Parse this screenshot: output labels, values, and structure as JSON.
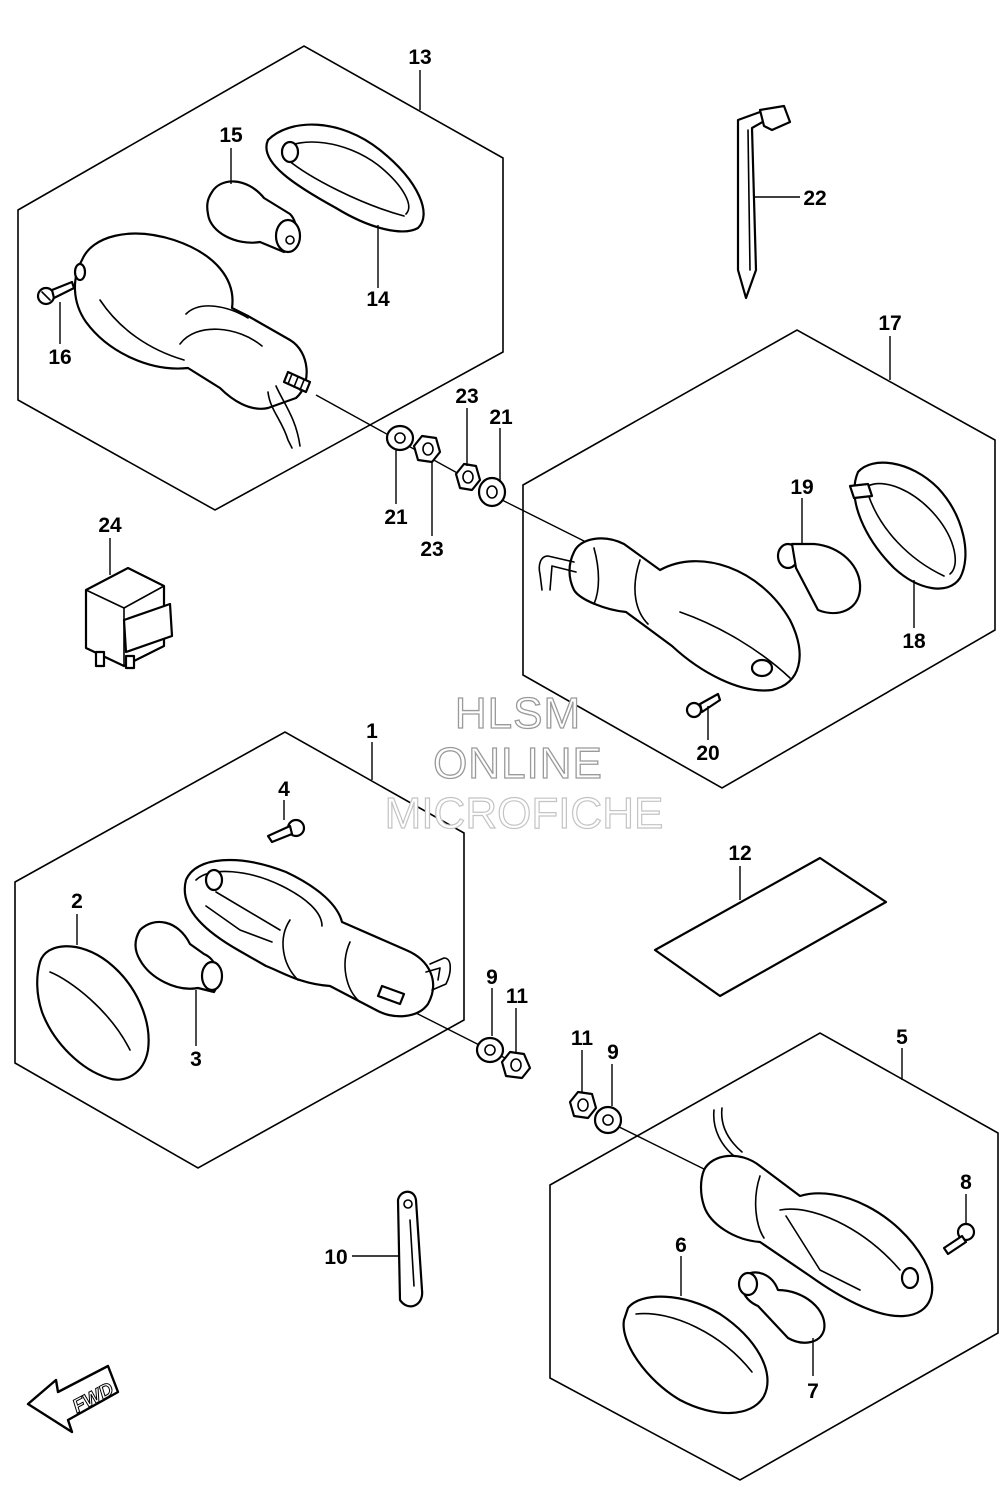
{
  "watermark": {
    "line1": "HLSM",
    "line2": "ONLINE",
    "line3": "MICROFICHE"
  },
  "direction_marker": {
    "label": "FWD",
    "icon": "fwd-arrow-icon"
  },
  "callouts": {
    "n1": "1",
    "n2": "2",
    "n3": "3",
    "n4": "4",
    "n5": "5",
    "n6": "6",
    "n7": "7",
    "n8": "8",
    "n9a": "9",
    "n9b": "9",
    "n10": "10",
    "n11a": "11",
    "n11b": "11",
    "n12": "12",
    "n13": "13",
    "n14": "14",
    "n15": "15",
    "n16": "16",
    "n17": "17",
    "n18": "18",
    "n19": "19",
    "n20": "20",
    "n21a": "21",
    "n21b": "21",
    "n22": "22",
    "n23a": "23",
    "n23b": "23",
    "n24": "24"
  }
}
